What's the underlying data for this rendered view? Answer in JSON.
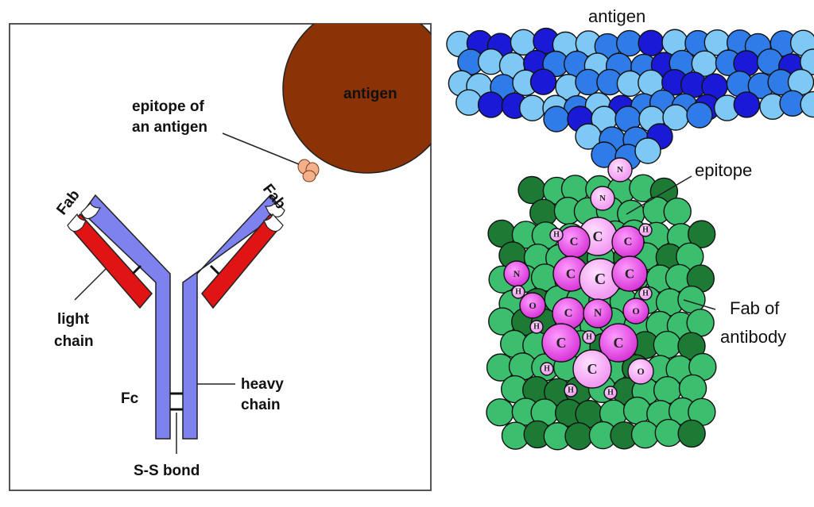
{
  "left_panel": {
    "antigen_label": "antigen",
    "epitope_label_line1": "epitope of",
    "epitope_label_line2": "an antigen",
    "fab_left_label": "Fab",
    "fab_right_label": "Fab",
    "light_chain_line1": "light",
    "light_chain_line2": "chain",
    "fc_label": "Fc",
    "heavy_chain_line1": "heavy",
    "heavy_chain_line2": "chain",
    "ss_bond_label": "S-S bond",
    "colors": {
      "antigen": "#8b3206",
      "heavy_chain": "#7d82ee",
      "light_chain": "#e01414",
      "epitope": "#f4b08a",
      "border": "#555555"
    }
  },
  "right_panel": {
    "antigen_label": "antigen",
    "epitope_label": "epitope",
    "fab_label_line1": "Fab of",
    "fab_label_line2": "antibody",
    "colors": {
      "antigen_light": "#7ec8f5",
      "antigen_mid": "#2f7ce8",
      "antigen_dark": "#1a1ad6",
      "antibody_light": "#3bbf6e",
      "antibody_dark": "#1d7a34",
      "epitope_atom": "#e640e6",
      "epitope_atom_light": "#f4a6f4"
    },
    "epitope_atoms": {
      "nitrogen": "N",
      "carbon": "C",
      "oxygen": "O",
      "hydrogen": "H"
    }
  }
}
